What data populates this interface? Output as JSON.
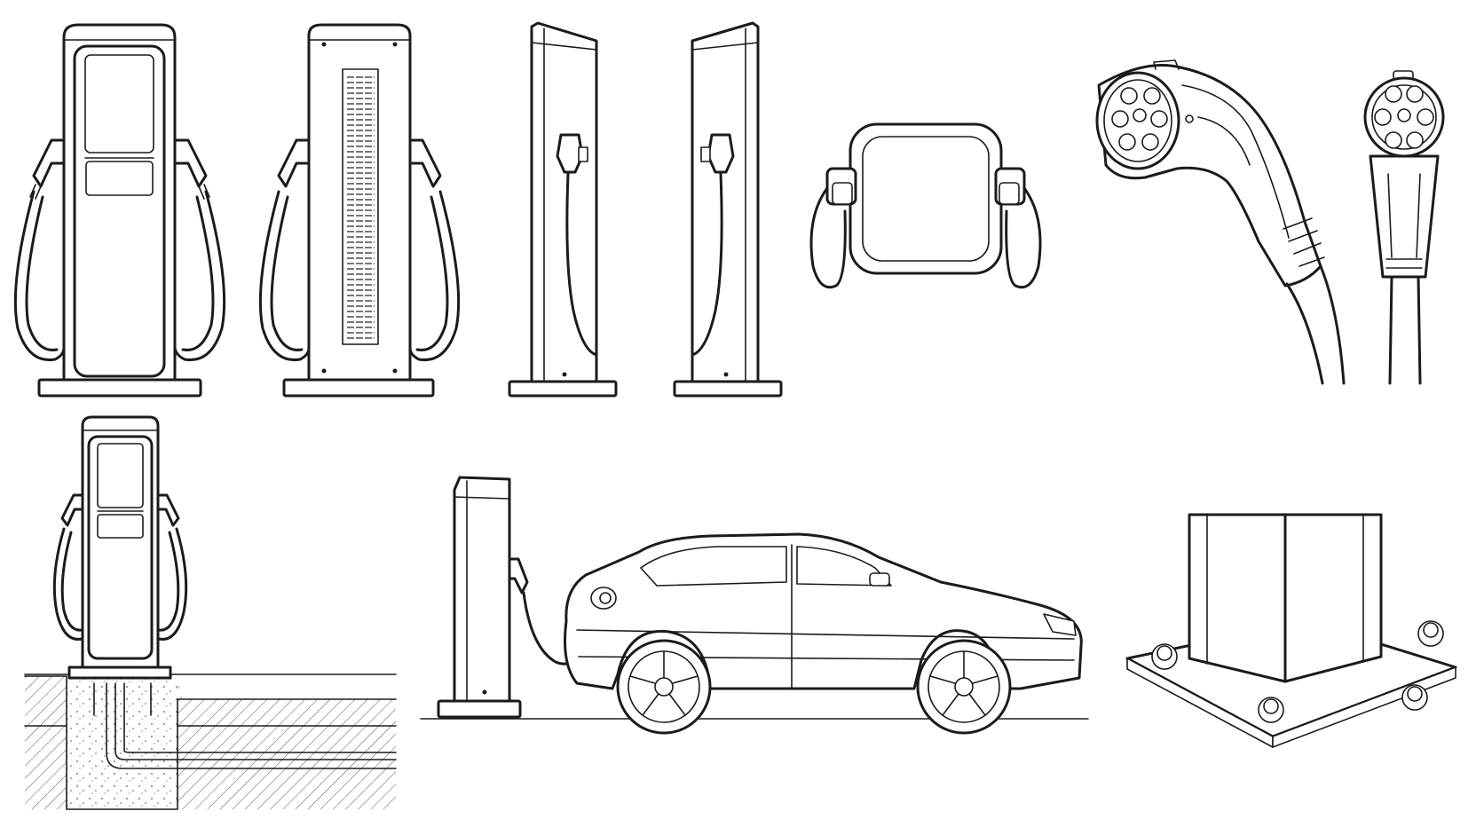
{
  "sheet": {
    "views": [
      {
        "id": "front",
        "name": "front-view"
      },
      {
        "id": "back",
        "name": "back-view"
      },
      {
        "id": "side-left",
        "name": "left-side-view"
      },
      {
        "id": "side-right",
        "name": "right-side-view"
      },
      {
        "id": "top",
        "name": "top-view"
      },
      {
        "id": "plug-3q",
        "name": "connector-three-quarter-view"
      },
      {
        "id": "plug-front",
        "name": "connector-front-view"
      },
      {
        "id": "foundation",
        "name": "foundation-section-view"
      },
      {
        "id": "in-use",
        "name": "vehicle-charging-scene"
      },
      {
        "id": "base-detail",
        "name": "base-plate-detail"
      }
    ],
    "line_color": "#1b1b1b",
    "background": "#ffffff"
  }
}
